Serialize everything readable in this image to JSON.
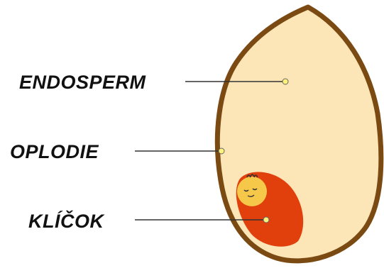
{
  "labels": {
    "endosperm": "ENDOSPERM",
    "oplodie": "OPLODIE",
    "klicok": "KLÍČOK"
  },
  "colors": {
    "outline": "#7a4a12",
    "endosperm_fill": "#fce6b8",
    "embryo_outer": "#e1400c",
    "embryo_head": "#f6c84a",
    "marker_dot": "#fff27a",
    "leader_line": "#333333",
    "label_text": "#111111"
  }
}
